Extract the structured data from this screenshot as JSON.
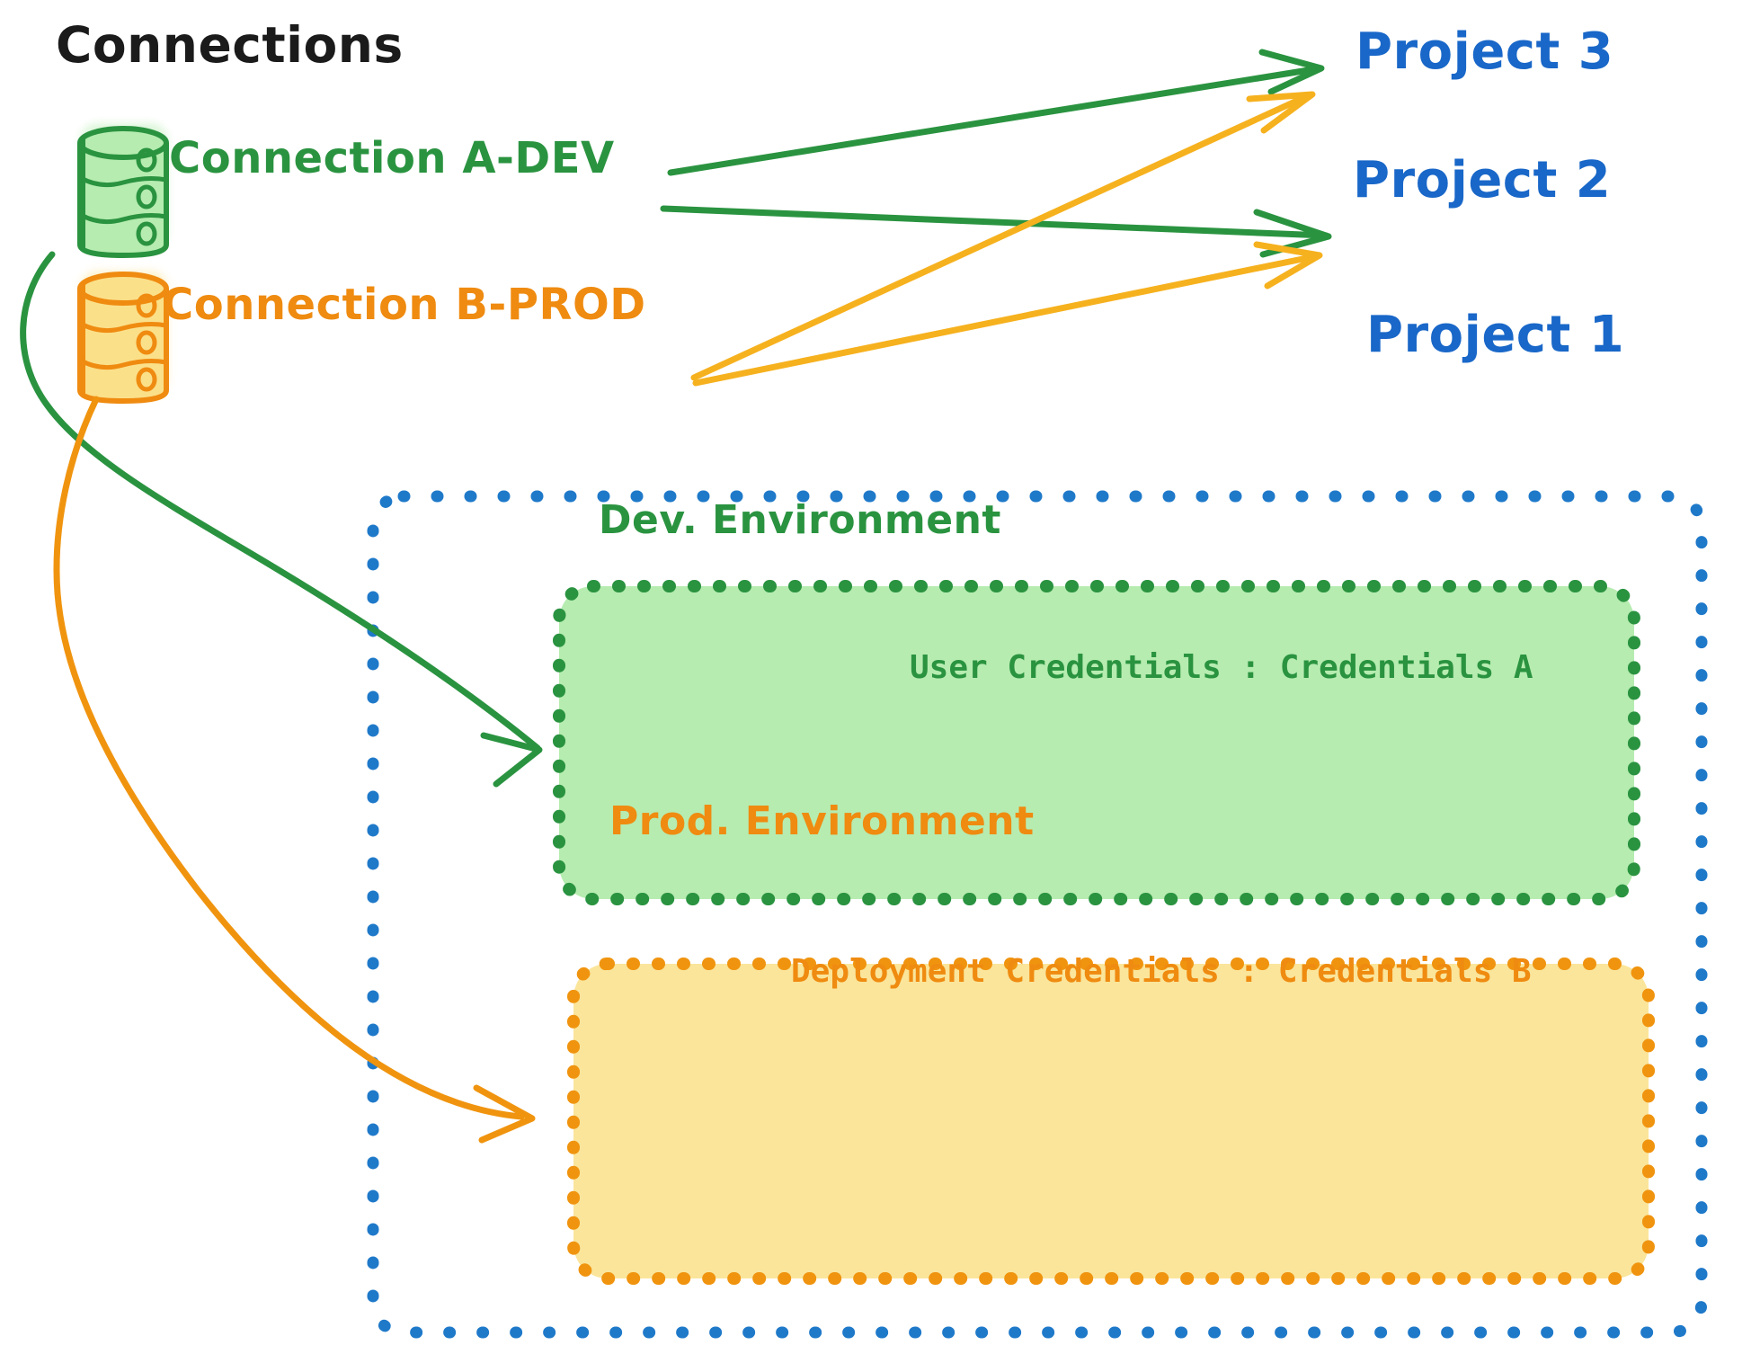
{
  "diagram": {
    "title": "Connections",
    "type": "architecture-diagram"
  },
  "connections": [
    {
      "id": "connection-a-dev",
      "label": "Connection A-DEV",
      "icon": "database-icon",
      "color": "#2a9340",
      "fill": "#a8e6a3"
    },
    {
      "id": "connection-b-prod",
      "label": "Connection B-PROD",
      "icon": "database-icon",
      "color": "#ef8b10",
      "fill": "#fbe08a"
    }
  ],
  "projects": [
    {
      "id": "project-3",
      "label": "Project 3"
    },
    {
      "id": "project-2",
      "label": "Project 2"
    },
    {
      "id": "project-1",
      "label": "Project 1"
    }
  ],
  "project_one": {
    "label": "Project 1",
    "border_color": "#1f79c9",
    "environments": [
      {
        "id": "dev-environment",
        "title": "Dev. Environment",
        "credential_label": "User Credentials",
        "credential_separator": ":",
        "credential_value": "Credentials A",
        "credential_line": "User Credentials : Credentials A",
        "color": "#2a9340",
        "fill": "#b6ecb0"
      },
      {
        "id": "prod-environment",
        "title": "Prod. Environment",
        "credential_label": "Deployment Credentials",
        "credential_separator": ":",
        "credential_value": "Credentials B",
        "credential_line": "Deployment Credentials : Credentials B",
        "color": "#ef8b10",
        "fill": "#fae59b"
      }
    ]
  },
  "edges": [
    {
      "id": "edge-a-dev-to-project-3",
      "from": "connection-a-dev",
      "to": "project-3",
      "color": "#2a9340"
    },
    {
      "id": "edge-a-dev-to-project-2",
      "from": "connection-a-dev",
      "to": "project-2",
      "color": "#2a9340"
    },
    {
      "id": "edge-b-prod-to-project-3",
      "from": "connection-b-prod",
      "to": "project-3",
      "color": "#f6b11e"
    },
    {
      "id": "edge-b-prod-to-project-2",
      "from": "connection-b-prod",
      "to": "project-2",
      "color": "#f6b11e"
    },
    {
      "id": "edge-a-dev-to-dev-environment",
      "from": "connection-a-dev",
      "to": "dev-environment",
      "color": "#2a9340"
    },
    {
      "id": "edge-b-prod-to-prod-environment",
      "from": "connection-b-prod",
      "to": "prod-environment",
      "color": "#f0940f"
    }
  ],
  "colors": {
    "title": "#1b1b1b",
    "green": "#2a9340",
    "green_fill": "#b6ecb0",
    "orange": "#ef8b10",
    "orange_arrow": "#f6b11e",
    "orange_fill": "#fae59b",
    "blue": "#1f79c9",
    "background": "#ffffff"
  }
}
